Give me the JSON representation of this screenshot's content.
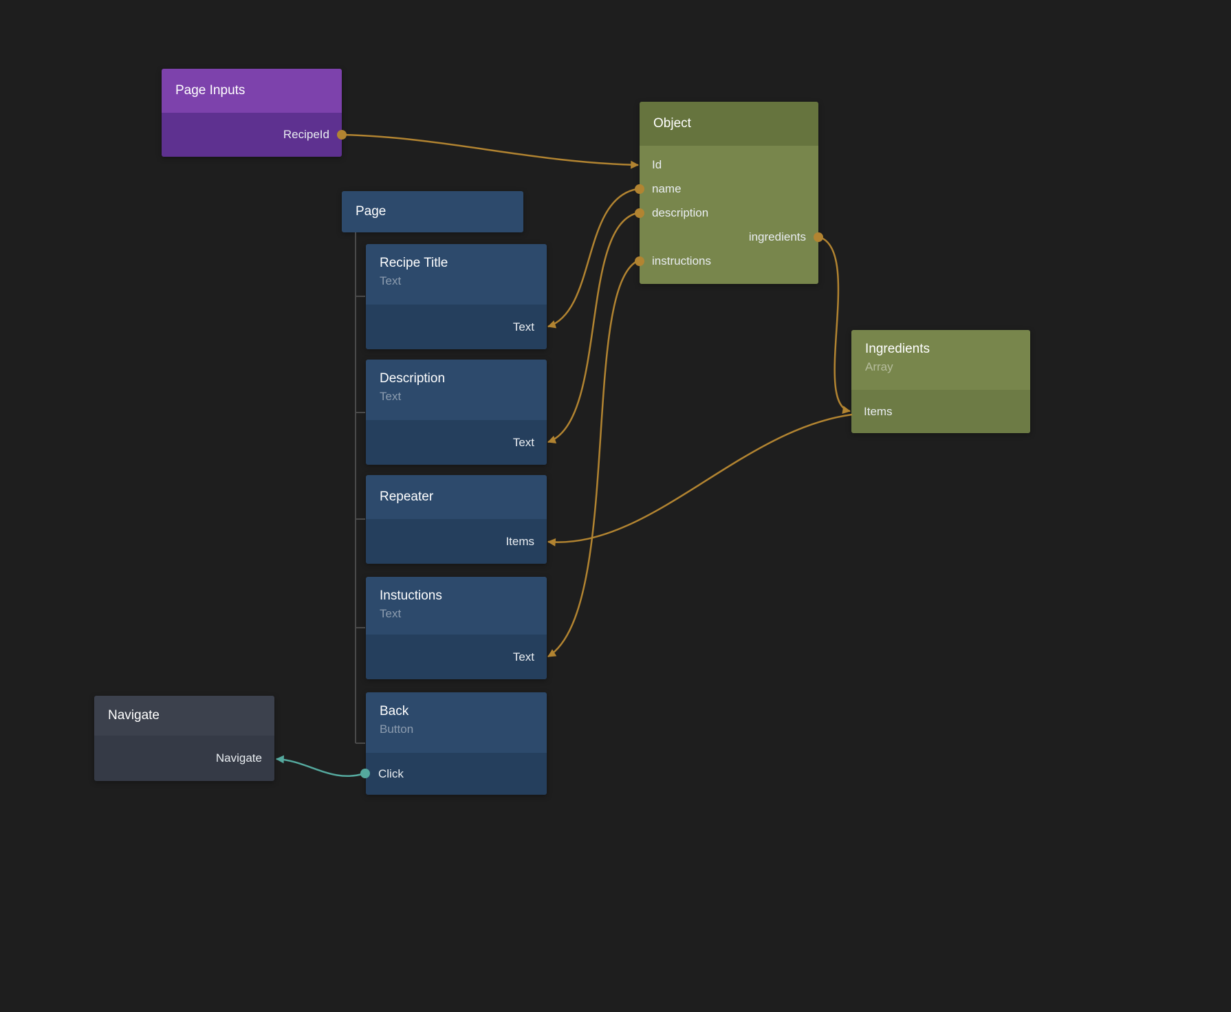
{
  "canvas": {
    "background": "#1e1e1e"
  },
  "colors": {
    "purple_header": "#7d42ac",
    "purple_body": "#5e3190",
    "blue_header": "#2d4a6c",
    "blue_body": "#253f5d",
    "green_header": "#66743e",
    "green_body": "#78864c",
    "green_port_strip": "#6d7b45",
    "grey_header": "#3c414d",
    "grey_body": "#353a46",
    "wire_orange": "#b28431",
    "wire_teal": "#55a99e",
    "hierarchy_line": "#4a4a4a"
  },
  "nodes": {
    "page_inputs": {
      "title": "Page Inputs",
      "ports": {
        "recipeid": "RecipeId"
      }
    },
    "page": {
      "title": "Page"
    },
    "recipe_title": {
      "title": "Recipe Title",
      "subtitle": "Text",
      "ports": {
        "text": "Text"
      }
    },
    "description": {
      "title": "Description",
      "subtitle": "Text",
      "ports": {
        "text": "Text"
      }
    },
    "repeater": {
      "title": "Repeater",
      "ports": {
        "items": "Items"
      }
    },
    "instuctions": {
      "title": "Instuctions",
      "subtitle": "Text",
      "ports": {
        "text": "Text"
      }
    },
    "back": {
      "title": "Back",
      "subtitle": "Button",
      "ports": {
        "click": "Click"
      }
    },
    "object": {
      "title": "Object",
      "ports": {
        "id": "Id",
        "name": "name",
        "description": "description",
        "ingredients": "ingredients",
        "instructions": "instructions"
      }
    },
    "ingredients": {
      "title": "Ingredients",
      "subtitle": "Array",
      "ports": {
        "items": "Items"
      }
    },
    "navigate": {
      "title": "Navigate",
      "ports": {
        "navigate": "Navigate"
      }
    }
  },
  "connections": [
    {
      "from": "Page Inputs.RecipeId",
      "to": "Object.Id",
      "color": "#b28431"
    },
    {
      "from": "Object.name",
      "to": "Recipe Title.Text",
      "color": "#b28431"
    },
    {
      "from": "Object.description",
      "to": "Description.Text",
      "color": "#b28431"
    },
    {
      "from": "Object.ingredients",
      "to": "Ingredients.Items",
      "color": "#b28431"
    },
    {
      "from": "Ingredients.Items",
      "to": "Repeater.Items",
      "color": "#b28431"
    },
    {
      "from": "Object.instructions",
      "to": "Instuctions.Text",
      "color": "#b28431"
    },
    {
      "from": "Back.Click",
      "to": "Navigate.Navigate",
      "color": "#55a99e"
    }
  ]
}
